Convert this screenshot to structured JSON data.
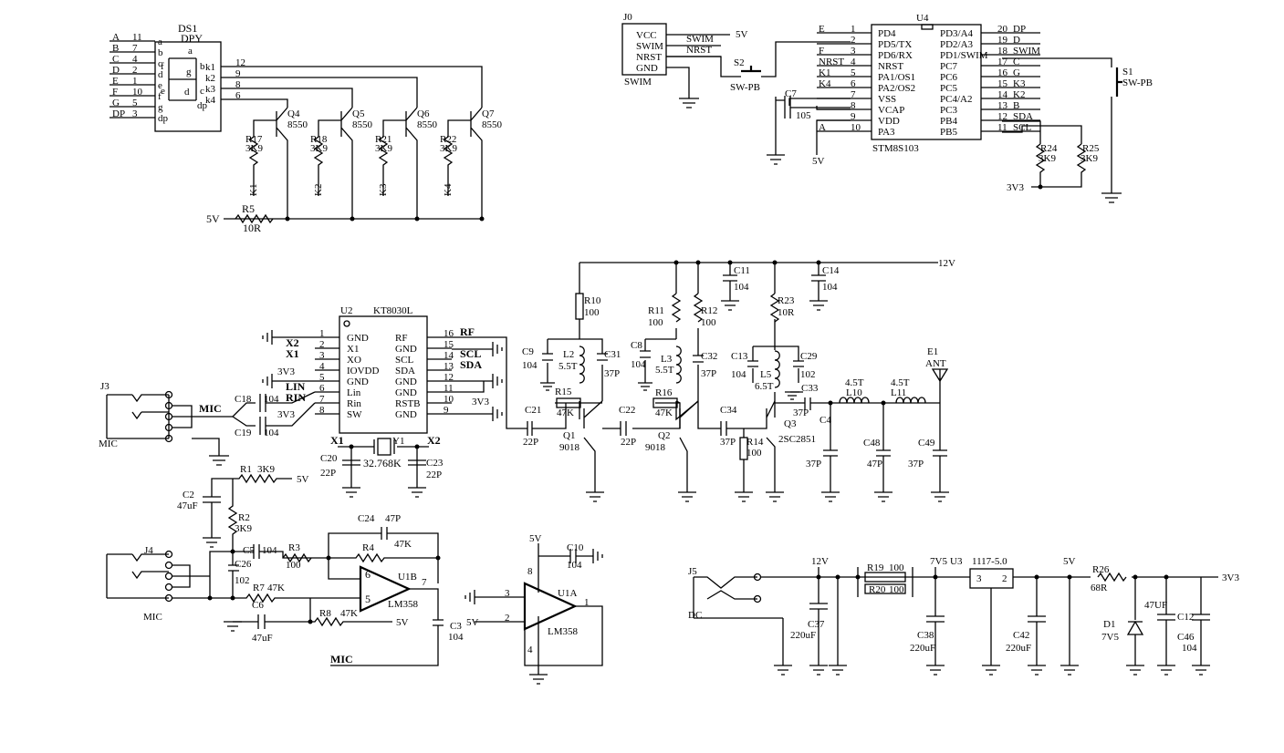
{
  "ds1": {
    "ref": "DS1",
    "part": "DPY",
    "inputs": [
      "A",
      "B",
      "C",
      "D",
      "E",
      "F",
      "G",
      "DP"
    ],
    "pin_nums": [
      "11",
      "7",
      "4",
      "2",
      "1",
      "10",
      "5",
      "3"
    ],
    "seg_pins": [
      "a",
      "b",
      "c",
      "d",
      "e",
      "f",
      "g",
      "dp"
    ],
    "seg_display": [
      "a",
      "f",
      "g",
      "b",
      "e",
      "c",
      "d",
      "dp"
    ],
    "digit_pins": [
      "k1",
      "k2",
      "k3",
      "k4"
    ],
    "digit_nums": [
      "12",
      "9",
      "8",
      "6"
    ]
  },
  "digits": {
    "transistors": [
      "Q4",
      "Q5",
      "Q6",
      "Q7"
    ],
    "transistor_part": "8550",
    "resistors": [
      "R17",
      "R18",
      "R21",
      "R22"
    ],
    "resistor_value": "3K9",
    "keys": [
      "K1",
      "K2",
      "K3",
      "K4"
    ],
    "r5": "R5",
    "r5_value": "10R",
    "supply": "5V"
  },
  "swim": {
    "ref": "J0",
    "name": "SWIM",
    "pins": [
      "VCC",
      "SWIM",
      "NRST",
      "GND"
    ],
    "nets": [
      "SWIM",
      "NRST"
    ],
    "supply": "5V",
    "s2": "S2",
    "s2_part": "SW-PB"
  },
  "mcu": {
    "ref": "U4",
    "part": "STM8S103",
    "left_nums": [
      "1",
      "2",
      "3",
      "4",
      "5",
      "6",
      "7",
      "8",
      "9",
      "10"
    ],
    "left_names": [
      "PD4",
      "PD5/TX",
      "PD6/RX",
      "NRST",
      "PA1/OS1",
      "PA2/OS2",
      "VSS",
      "VCAP",
      "VDD",
      "PA3"
    ],
    "left_nets": [
      "E",
      "",
      "F",
      "NRST",
      "K1",
      "K4",
      "",
      "",
      "",
      "A"
    ],
    "right_nums": [
      "20",
      "19",
      "18",
      "17",
      "16",
      "15",
      "14",
      "13",
      "12",
      "11"
    ],
    "right_names": [
      "PD3/A4",
      "PD2/A3",
      "PD1/SWIM",
      "PC7",
      "PC6",
      "PC5",
      "PC4/A2",
      "PC3",
      "PB4",
      "PB5"
    ],
    "right_nets": [
      "DP",
      "D",
      "SWIM",
      "C",
      "G",
      "K3",
      "K2",
      "B",
      "SDA",
      "SCL"
    ],
    "c7": "C7",
    "c7_value": "105",
    "supply": "5V",
    "s1": "S1",
    "s1_part": "SW-PB",
    "r24": "R24",
    "r25": "R25",
    "pullup_value": "3K9",
    "pullup_supply": "3V3"
  },
  "kt": {
    "ref": "U2",
    "part": "KT8030L",
    "left_nums": [
      "1",
      "2",
      "3",
      "4",
      "5",
      "6",
      "7",
      "8"
    ],
    "left_names": [
      "GND",
      "X1",
      "XO",
      "IOVDD",
      "GND",
      "Lin",
      "Rin",
      "SW"
    ],
    "right_nums": [
      "16",
      "15",
      "14",
      "13",
      "12",
      "11",
      "10",
      "9"
    ],
    "right_names": [
      "RF",
      "GND",
      "SCL",
      "SDA",
      "GND",
      "GND",
      "RSTB",
      "GND"
    ],
    "net_x2": "X2",
    "net_x1": "X1",
    "iovdd": "3V3",
    "lin": "LIN",
    "rin": "RIN",
    "sw": "3V3",
    "rf": "RF",
    "scl": "SCL",
    "sda": "SDA",
    "rstb": "3V3",
    "c18": "C18",
    "c18_value": "104",
    "c19": "C19",
    "c19_value": "104",
    "jack": "J3",
    "jack_label": "MIC",
    "mid_label": "MIC",
    "y1": "Y1",
    "y1_value": "32.768K",
    "c20": "C20",
    "c20_value": "22P",
    "c23": "C23",
    "c23_value": "22P",
    "x1": "X1",
    "x2": "X2"
  },
  "rf": {
    "supply": "12V",
    "r10": "R10",
    "r10_value": "100",
    "r11": "R11",
    "r11_value": "100",
    "r12": "R12",
    "r12_value": "100",
    "r23": "R23",
    "r23_value": "10R",
    "c11": "C11",
    "c11_value": "104",
    "c14": "C14",
    "c14_value": "104",
    "c9": "C9",
    "c9_value": "104",
    "l2": "L2",
    "l2_value": "5.5T",
    "c31": "C31",
    "c31_value": "37P",
    "c8": "C8",
    "c8_value": "104",
    "l3": "L3",
    "l3_value": "5.5T",
    "c32": "C32",
    "c32_value": "37P",
    "c13": "C13",
    "c13_value": "104",
    "l5": "L5",
    "l5_value": "6.5T",
    "c29": "C29",
    "c29_value": "102",
    "c33": "C33",
    "c33_value": "37P",
    "r15": "R15",
    "r15_value": "47K",
    "r16": "R16",
    "r16_value": "47K",
    "c21": "C21",
    "c21_value": "22P",
    "c22": "C22",
    "c22_value": "22P",
    "c34": "C34",
    "c34_value": "37P",
    "r14": "R14",
    "r14_value": "100",
    "q1": "Q1",
    "q1_part": "9018",
    "q2": "Q2",
    "q2_part": "9018",
    "q3": "Q3",
    "q3_part": "2SC2851",
    "c4": "C4",
    "c4_value": "37P",
    "l10": "L10",
    "l10_value": "4.5T",
    "l11": "L11",
    "l11_value": "4.5T",
    "c48": "C48",
    "c48_value": "47P",
    "c49": "C49",
    "c49_value": "37P",
    "e1": "E1",
    "e1_label": "ANT"
  },
  "mic": {
    "r1": "R1",
    "r1_value": "3K9",
    "supply": "5V",
    "c2": "C2",
    "c2_value": "47uF",
    "r2": "R2",
    "r2_value": "3K9",
    "j4": "J4",
    "j4_label": "MIC",
    "c5": "C5",
    "c5_value": "104",
    "r3": "R3",
    "r3_value": "100",
    "c26": "C26",
    "c26_value": "102",
    "c24": "C24",
    "c24_value": "47P",
    "r4": "R4",
    "r4_value": "47K",
    "u1b": "U1B",
    "u1b_part": "LM358",
    "pin6": "6",
    "pin5": "5",
    "pin7": "7",
    "r7": "R7",
    "r7_value": "47K",
    "c6": "C6",
    "c6_value": "47uF",
    "r8": "R8",
    "r8_value": "47K",
    "supply2": "5V",
    "c3": "C3",
    "c3_value": "104",
    "net": "MIC"
  },
  "opamp": {
    "u1a": "U1A",
    "part": "LM358",
    "supply": "5V",
    "ref": "5V",
    "c10": "C10",
    "c10_value": "104",
    "pin8": "8",
    "pin3": "3",
    "pin2": "2",
    "pin1": "1",
    "pin4": "4"
  },
  "power": {
    "j5": "J5",
    "j5_label": "DC",
    "v12": "12V",
    "c37": "C37",
    "c37_value": "220uF",
    "r19": "R19",
    "r19_value": "100",
    "r20": "R20",
    "r20_value": "100",
    "v7v5": "7V5",
    "u3": "U3",
    "u3_part": "1117-5.0",
    "u3_pin3": "3",
    "u3_pin2": "2",
    "c38": "C38",
    "c38_value": "220uF",
    "c42": "C42",
    "c42_value": "220uF",
    "v5": "5V",
    "r26": "R26",
    "r26_value": "68R",
    "v3": "3V3",
    "d1": "D1",
    "d1_value": "7V5",
    "c12": "C12",
    "c12_value": "47UF",
    "c46": "C46",
    "c46_value": "104"
  }
}
